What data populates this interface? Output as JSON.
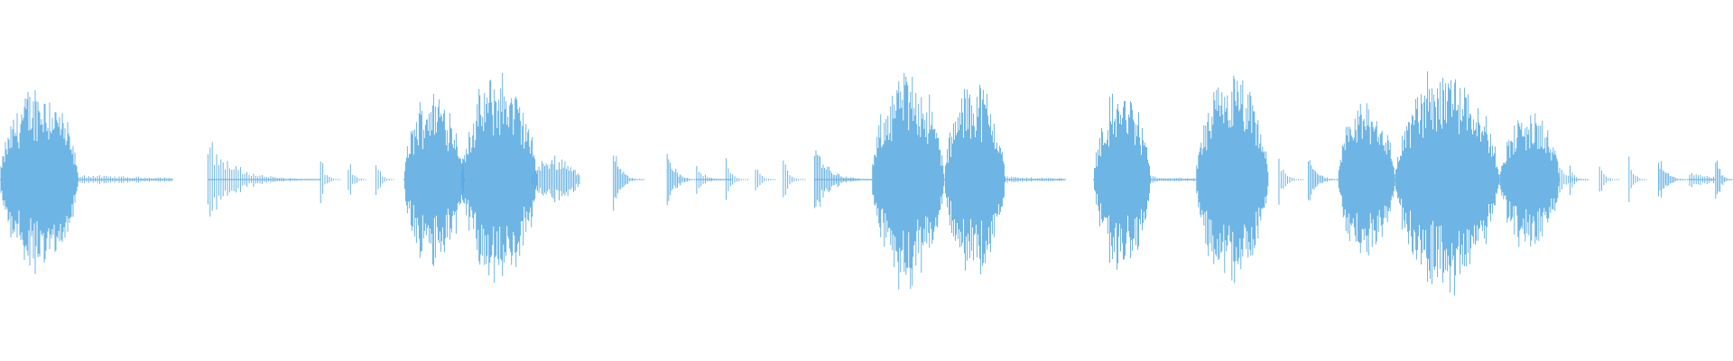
{
  "waveform": {
    "color": "#5dade2",
    "background": "#ffffff",
    "segments": [
      {
        "start": 0.0,
        "end": 0.045,
        "amp": 0.52,
        "shape": "swell",
        "density": "dense"
      },
      {
        "start": 0.045,
        "end": 0.1,
        "amp": 0.03,
        "shape": "tail",
        "density": "sparse"
      },
      {
        "start": 0.12,
        "end": 0.185,
        "amp": 0.24,
        "shape": "decay",
        "density": "sparse"
      },
      {
        "start": 0.185,
        "end": 0.197,
        "amp": 0.14,
        "shape": "decay",
        "density": "sparse"
      },
      {
        "start": 0.201,
        "end": 0.212,
        "amp": 0.13,
        "shape": "decay",
        "density": "sparse"
      },
      {
        "start": 0.217,
        "end": 0.228,
        "amp": 0.12,
        "shape": "decay",
        "density": "sparse"
      },
      {
        "start": 0.233,
        "end": 0.268,
        "amp": 0.5,
        "shape": "swell",
        "density": "dense"
      },
      {
        "start": 0.266,
        "end": 0.31,
        "amp": 0.58,
        "shape": "swell",
        "density": "dense"
      },
      {
        "start": 0.306,
        "end": 0.335,
        "amp": 0.13,
        "shape": "swell",
        "density": "medium"
      },
      {
        "start": 0.354,
        "end": 0.372,
        "amp": 0.2,
        "shape": "decay",
        "density": "medium"
      },
      {
        "start": 0.385,
        "end": 0.402,
        "amp": 0.22,
        "shape": "decay",
        "density": "medium"
      },
      {
        "start": 0.402,
        "end": 0.422,
        "amp": 0.1,
        "shape": "decay",
        "density": "sparse"
      },
      {
        "start": 0.419,
        "end": 0.432,
        "amp": 0.12,
        "shape": "decay",
        "density": "sparse"
      },
      {
        "start": 0.436,
        "end": 0.448,
        "amp": 0.12,
        "shape": "decay",
        "density": "sparse"
      },
      {
        "start": 0.452,
        "end": 0.465,
        "amp": 0.13,
        "shape": "decay",
        "density": "sparse"
      },
      {
        "start": 0.47,
        "end": 0.503,
        "amp": 0.24,
        "shape": "decay",
        "density": "medium"
      },
      {
        "start": 0.503,
        "end": 0.545,
        "amp": 0.6,
        "shape": "swell",
        "density": "dense"
      },
      {
        "start": 0.545,
        "end": 0.58,
        "amp": 0.55,
        "shape": "swell",
        "density": "dense"
      },
      {
        "start": 0.58,
        "end": 0.615,
        "amp": 0.02,
        "shape": "tail",
        "density": "sparse"
      },
      {
        "start": 0.631,
        "end": 0.664,
        "amp": 0.5,
        "shape": "swell",
        "density": "dense"
      },
      {
        "start": 0.664,
        "end": 0.69,
        "amp": 0.02,
        "shape": "tail",
        "density": "sparse"
      },
      {
        "start": 0.69,
        "end": 0.732,
        "amp": 0.57,
        "shape": "swell",
        "density": "dense"
      },
      {
        "start": 0.738,
        "end": 0.752,
        "amp": 0.14,
        "shape": "decay",
        "density": "sparse"
      },
      {
        "start": 0.755,
        "end": 0.772,
        "amp": 0.2,
        "shape": "decay",
        "density": "medium"
      },
      {
        "start": 0.772,
        "end": 0.805,
        "amp": 0.45,
        "shape": "swell",
        "density": "dense"
      },
      {
        "start": 0.805,
        "end": 0.865,
        "amp": 0.64,
        "shape": "swell",
        "density": "dense"
      },
      {
        "start": 0.865,
        "end": 0.9,
        "amp": 0.38,
        "shape": "swell",
        "density": "dense"
      },
      {
        "start": 0.9,
        "end": 0.917,
        "amp": 0.1,
        "shape": "decay",
        "density": "sparse"
      },
      {
        "start": 0.906,
        "end": 0.917,
        "amp": 0.08,
        "shape": "decay",
        "density": "sparse"
      },
      {
        "start": 0.923,
        "end": 0.935,
        "amp": 0.1,
        "shape": "decay",
        "density": "sparse"
      },
      {
        "start": 0.94,
        "end": 0.951,
        "amp": 0.12,
        "shape": "decay",
        "density": "sparse"
      },
      {
        "start": 0.957,
        "end": 0.975,
        "amp": 0.16,
        "shape": "decay",
        "density": "medium"
      },
      {
        "start": 0.975,
        "end": 0.99,
        "amp": 0.05,
        "shape": "tail",
        "density": "sparse"
      },
      {
        "start": 0.99,
        "end": 1.0,
        "amp": 0.2,
        "shape": "decay",
        "density": "medium"
      }
    ]
  }
}
